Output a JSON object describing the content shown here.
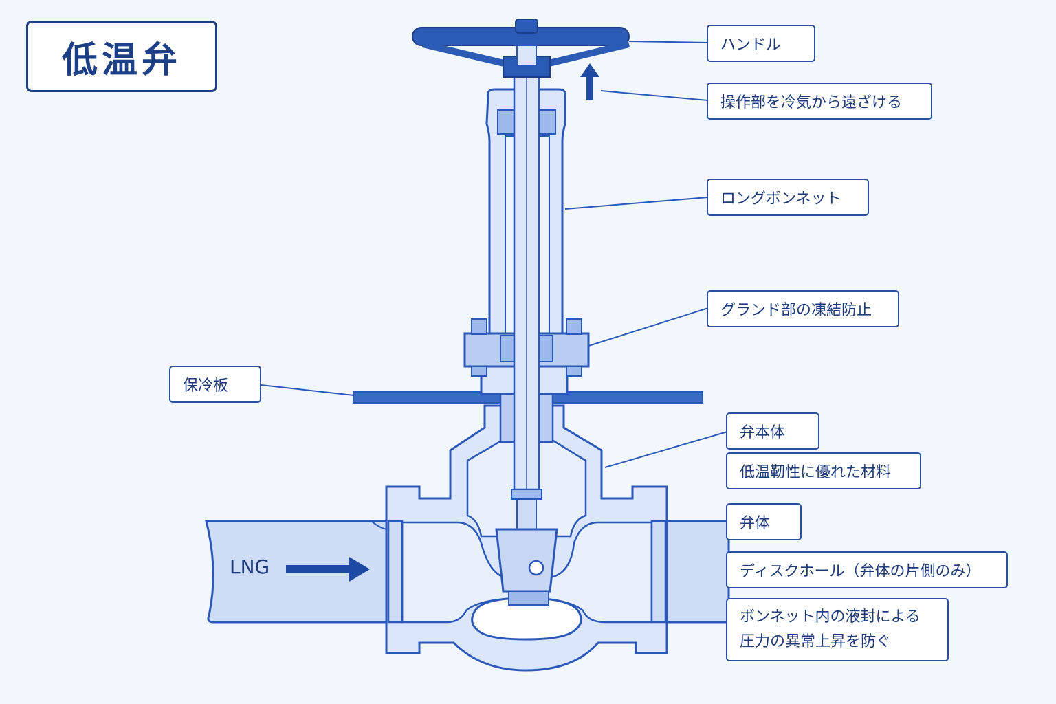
{
  "title": "低温弁",
  "flow_label": "LNG",
  "labels": {
    "handle": "ハンドル",
    "operation": "操作部を冷気から遠ざける",
    "long_bonnet": "ロングボンネット",
    "gland": "グランド部の凍結防止",
    "cold_plate": "保冷板",
    "body": "弁本体",
    "body_material": "低温靭性に優れた材料",
    "disc": "弁体",
    "disc_hole": "ディスクホール（弁体の片側のみ）",
    "seal_line1": "ボンネット内の液封による",
    "seal_line2": "圧力の異常上昇を防ぐ"
  },
  "colors": {
    "outline": "#2a58b8",
    "fill_light": "#dbe6fa",
    "fill_pipe": "#cfdcf6",
    "handle": "#2b5bb5",
    "arrow": "#1e4aa3",
    "text": "#1d3a78"
  }
}
